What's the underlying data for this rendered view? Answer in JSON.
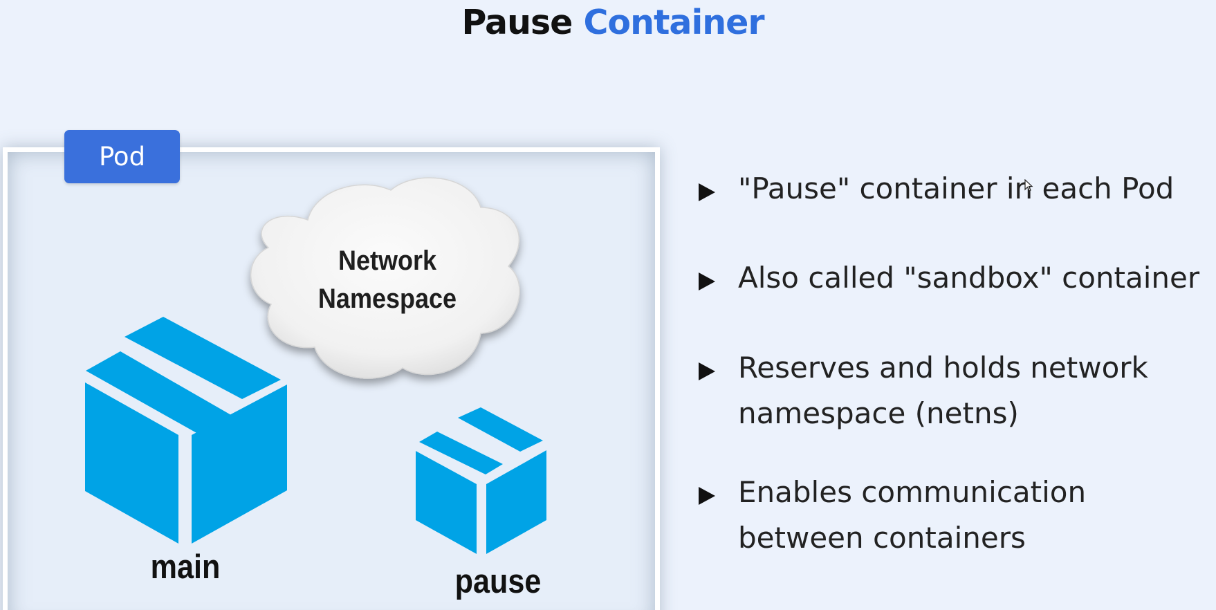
{
  "title": {
    "part1": "Pause",
    "part2": "Container"
  },
  "diagram": {
    "pod_label": "Pod",
    "cloud_label_line1": "Network",
    "cloud_label_line2": "Namespace",
    "main_label": "main",
    "pause_label": "pause",
    "colors": {
      "box": "#00a3e6",
      "pod_tab": "#3a70dc",
      "title_accent": "#2f6fde",
      "cloud": "#f6f6f6"
    }
  },
  "bullets": [
    {
      "line1": "\"Pause\" container in each Pod"
    },
    {
      "line1": "Also called \"sandbox\" container"
    },
    {
      "line1": "Reserves and holds network",
      "line2": "namespace (netns)"
    },
    {
      "line1": "Enables communication",
      "line2": "between containers"
    }
  ],
  "icons": {
    "bullet": "triangle-right-icon",
    "cloud": "cloud-icon",
    "box": "box-icon",
    "cursor": "mouse-cursor-icon"
  }
}
